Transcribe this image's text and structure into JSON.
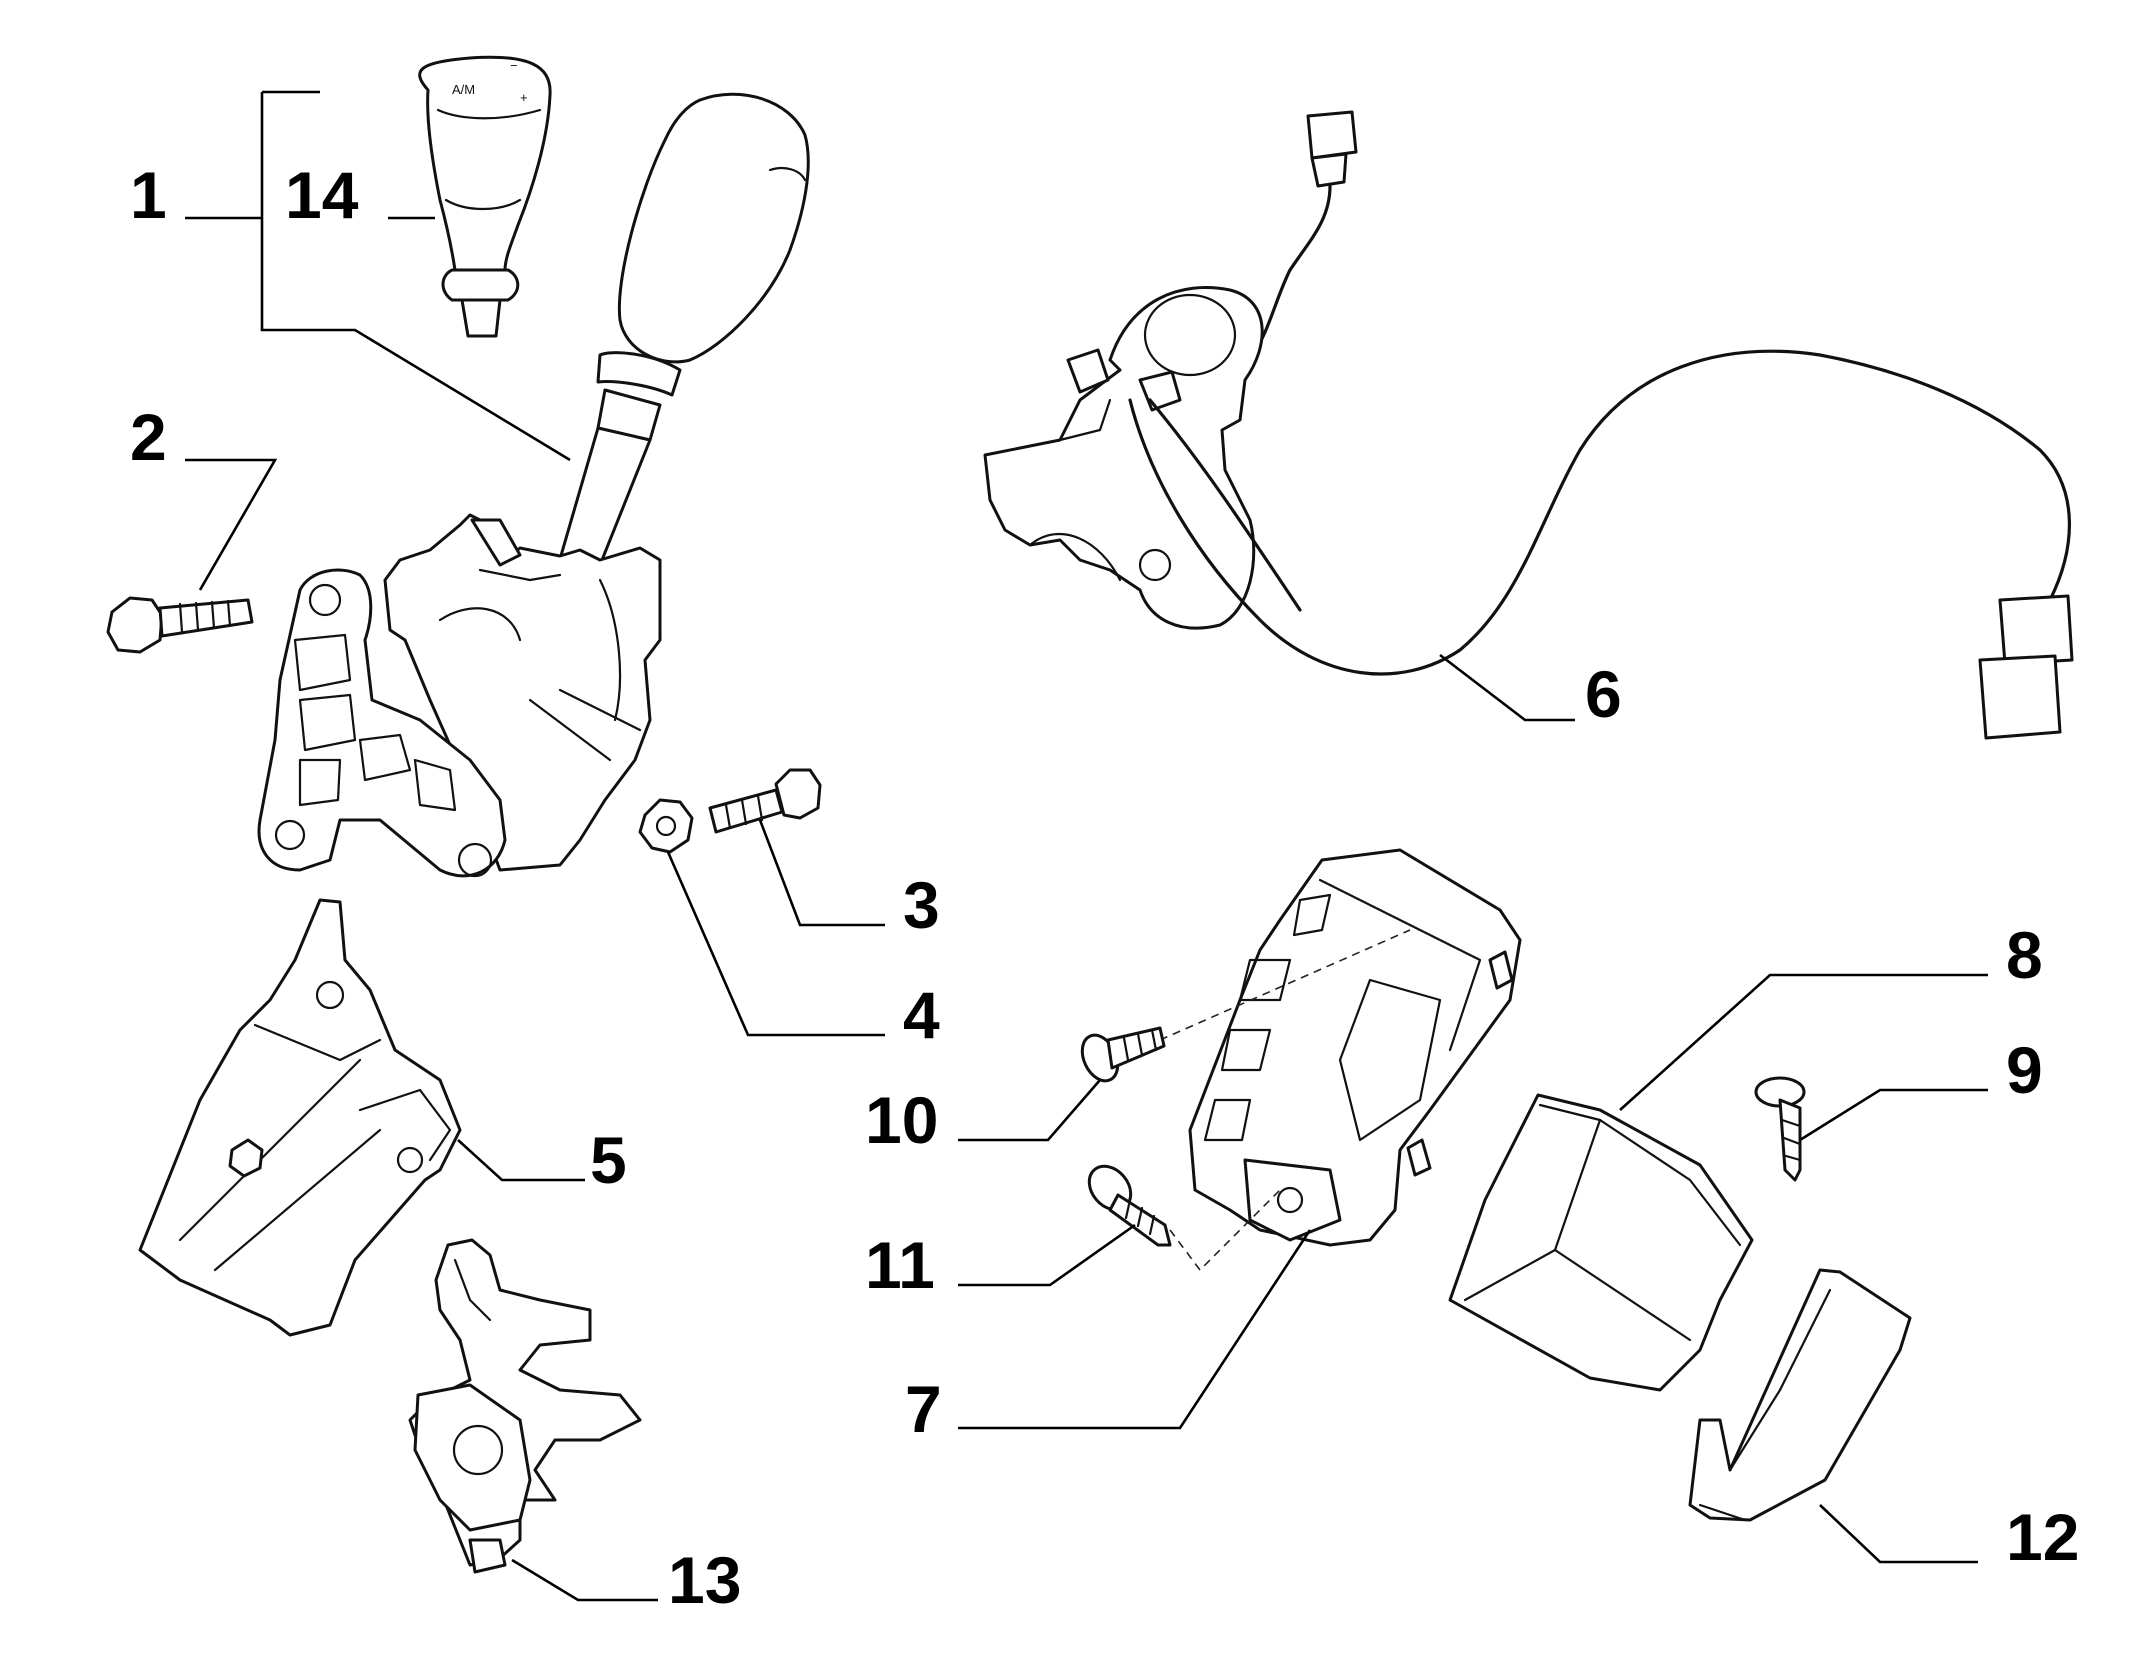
{
  "diagram": {
    "knob_markings": {
      "mode": "A/M",
      "minus": "−",
      "plus": "+"
    },
    "callouts": [
      {
        "number": "1"
      },
      {
        "number": "14"
      },
      {
        "number": "2"
      },
      {
        "number": "3"
      },
      {
        "number": "4"
      },
      {
        "number": "5"
      },
      {
        "number": "6"
      },
      {
        "number": "7"
      },
      {
        "number": "8"
      },
      {
        "number": "9"
      },
      {
        "number": "10"
      },
      {
        "number": "11"
      },
      {
        "number": "12"
      },
      {
        "number": "13"
      }
    ]
  }
}
